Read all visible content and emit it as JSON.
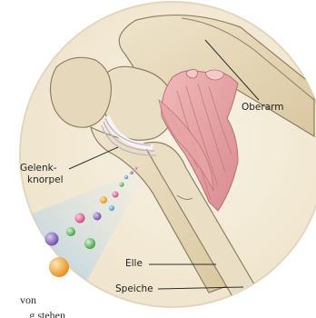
{
  "diagram": {
    "labels": {
      "upper_arm": "Oberarm",
      "cartilage_line1": "Gelenk-",
      "cartilage_line2": "knorpel",
      "ulna": "Elle",
      "radius": "Speiche"
    },
    "page_fragments": {
      "line1": "von",
      "line2": "g stehen"
    },
    "colors": {
      "background_disc": "#f3ebd9",
      "disc_border": "#e3d6bd",
      "bone": "#e8dcc0",
      "bone_shadow": "#cbb892",
      "bone_outline": "#8f7f62",
      "muscle": "#e8a9a9",
      "muscle_dark": "#c77a7e",
      "cartilage": "#f6f1f4",
      "spray": "#b9d6ea",
      "sphere_purple": "#7f58b8",
      "sphere_pink": "#e0568f",
      "sphere_green": "#5cb85c",
      "sphere_orange": "#f39a2b",
      "sphere_blue": "#4aa3df"
    }
  }
}
